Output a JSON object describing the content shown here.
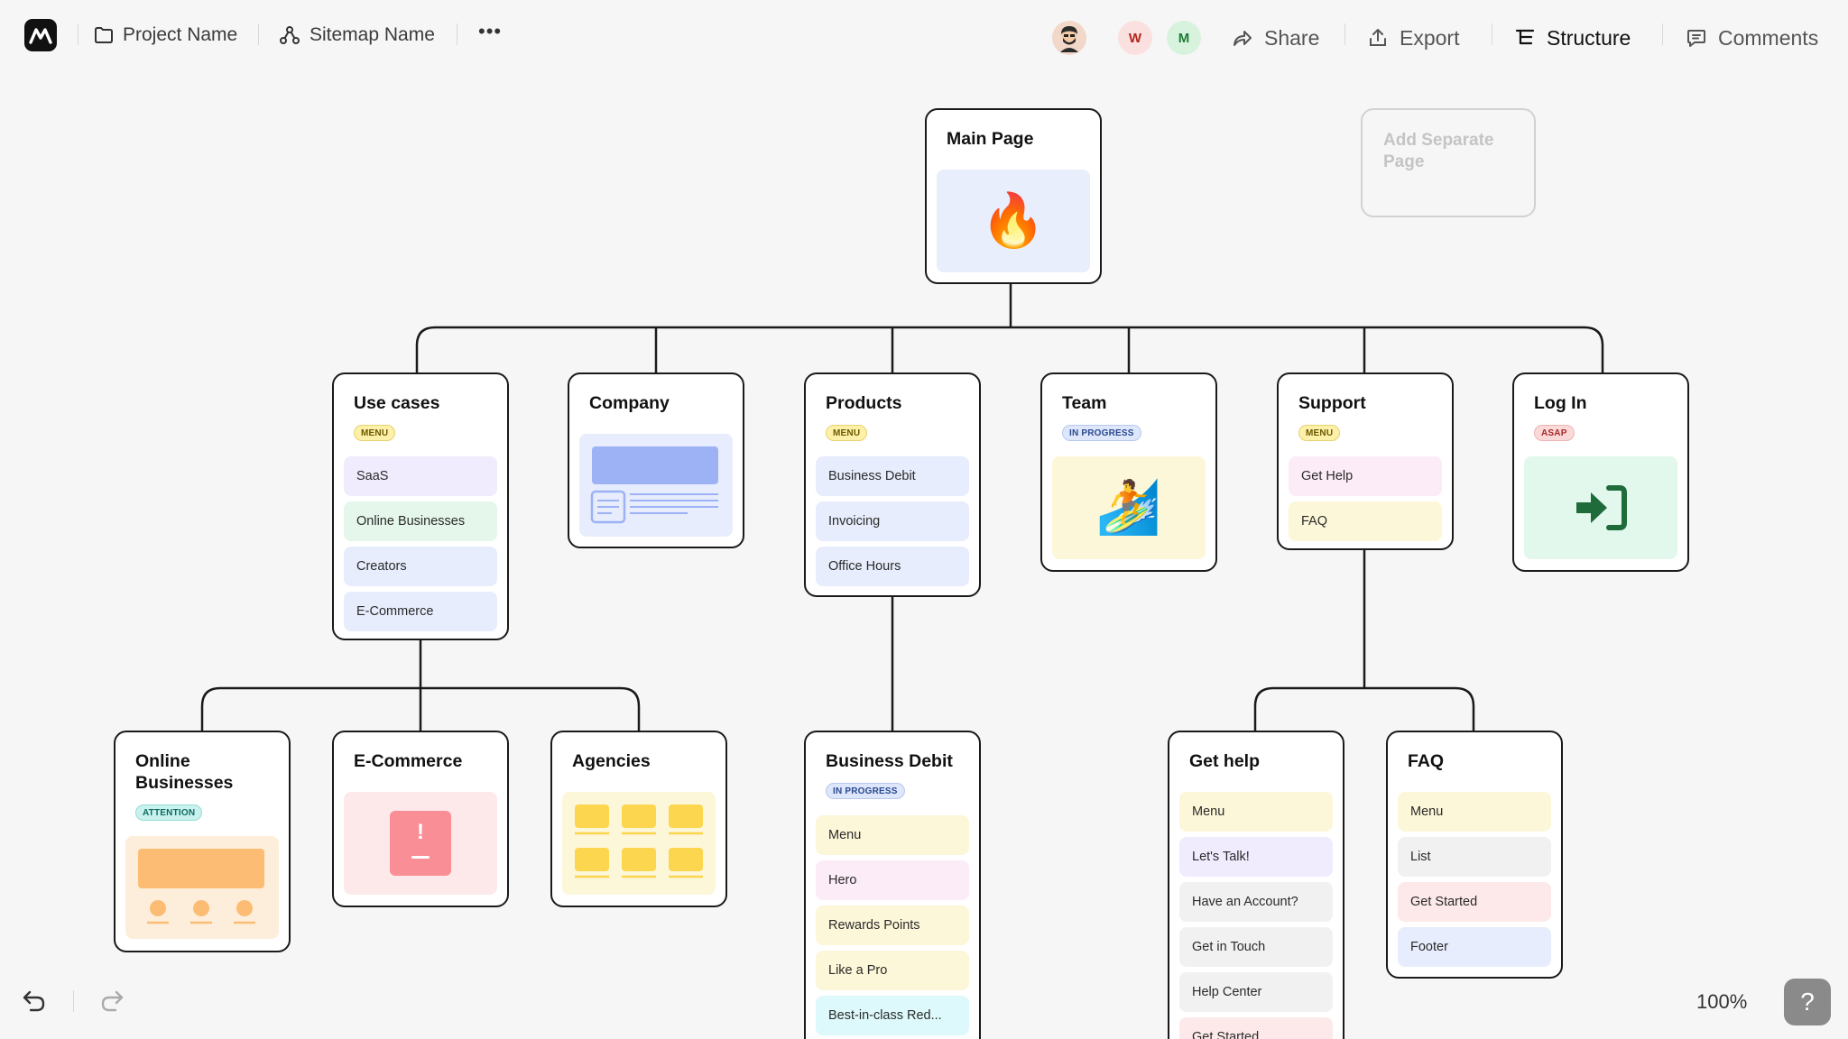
{
  "toolbar": {
    "project_name": "Project Name",
    "sitemap_name": "Sitemap Name",
    "more": "•••",
    "avatars": [
      "W",
      "M"
    ],
    "share": "Share",
    "export": "Export",
    "structure": "Structure",
    "comments": "Comments"
  },
  "ghost_card": {
    "label": "Add Separate Page"
  },
  "cards": {
    "main": {
      "title": "Main Page",
      "emoji": "🔥"
    },
    "use_cases": {
      "title": "Use cases",
      "badge": "MENU",
      "rows": [
        "SaaS",
        "Online Businesses",
        "Creators",
        "E-Commerce"
      ]
    },
    "company": {
      "title": "Company"
    },
    "products": {
      "title": "Products",
      "badge": "MENU",
      "rows": [
        "Business Debit",
        "Invoicing",
        "Office Hours"
      ]
    },
    "team": {
      "title": "Team",
      "badge": "IN PROGRESS",
      "emoji": "🏄"
    },
    "support": {
      "title": "Support",
      "badge": "MENU",
      "rows": [
        "Get Help",
        "FAQ"
      ]
    },
    "login": {
      "title": "Log In",
      "badge": "ASAP"
    },
    "online_businesses": {
      "title": "Online Businesses",
      "badge": "ATTENTION"
    },
    "ecommerce": {
      "title": "E-Commerce",
      "alert": "!"
    },
    "agencies": {
      "title": "Agencies"
    },
    "business_debit": {
      "title": "Business Debit",
      "badge": "IN PROGRESS",
      "rows": [
        "Menu",
        "Hero",
        "Rewards Points",
        "Like a Pro",
        "Best-in-class Red..."
      ]
    },
    "get_help": {
      "title": "Get help",
      "rows": [
        "Menu",
        "Let's Talk!",
        "Have an Account?",
        "Get in Touch",
        "Help Center",
        "Get Started"
      ]
    },
    "faq": {
      "title": "FAQ",
      "rows": [
        "Menu",
        "List",
        "Get Started",
        "Footer"
      ]
    }
  },
  "colors": {
    "purple": "#f0ebfd",
    "green": "#e4f7ea",
    "blue": "#e7edfc",
    "pink": "#fcecf7",
    "yellow": "#fdf7d9",
    "gray": "#f1f1f1",
    "cyan": "#ddf9fb",
    "red": "#fde9ea",
    "login_green": "#e3f8ec",
    "login_icon": "#1f6b3a"
  },
  "footer": {
    "zoom": "100%",
    "help": "?"
  }
}
